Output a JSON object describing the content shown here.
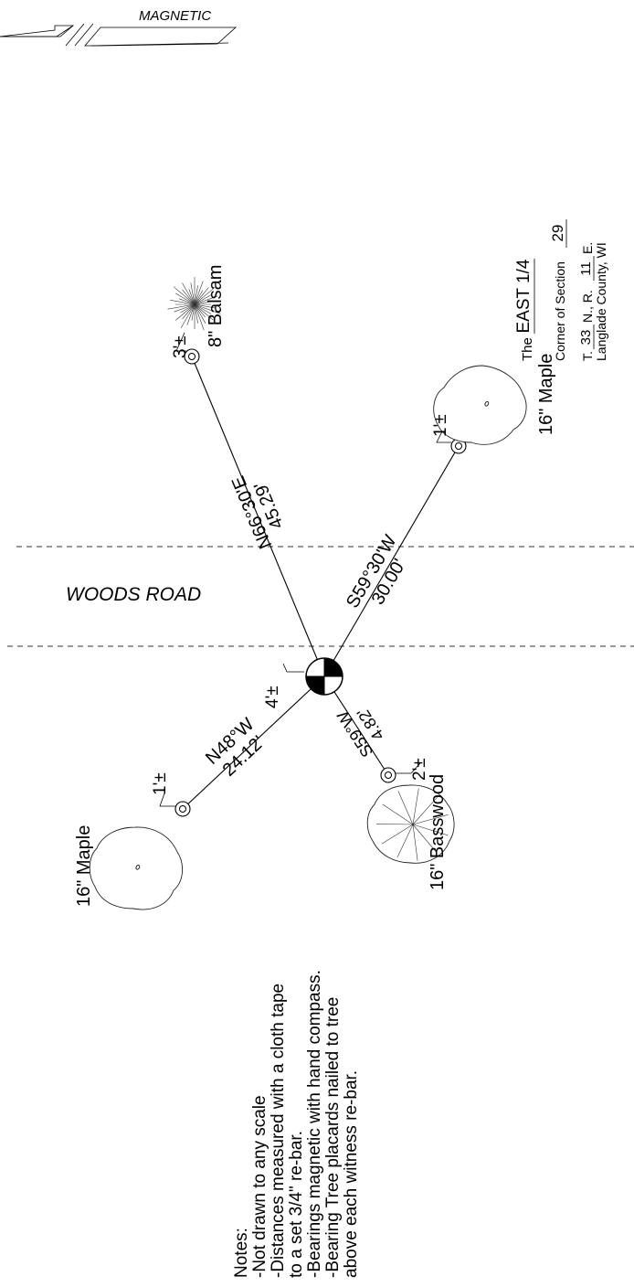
{
  "north_arrow": {
    "label": "MAGNETIC",
    "icon": "north-arrow-icon"
  },
  "title_block": {
    "the_label": "The",
    "corner_name": "EAST 1/4",
    "corner_of_section": "Corner of Section",
    "section_number": "29",
    "township_prefix": "T.",
    "township": "33",
    "township_suffix": "N., R.",
    "range": "11",
    "range_suffix": "E.",
    "county": "Langlade County, WI"
  },
  "road": {
    "name": "WOODS ROAD"
  },
  "corner": {
    "offset_label": "4'±",
    "icon": "section-corner-monument-icon"
  },
  "witness_trees": [
    {
      "id": "balsam",
      "label": "8\" Balsam",
      "bearing": "N66°30'E",
      "distance": "45.29'",
      "offset": "3'±",
      "icon": "balsam-tree-icon"
    },
    {
      "id": "maple-east",
      "label": "16\" Maple",
      "bearing": "S59°30'W",
      "distance": "30.00'",
      "offset": "1'±",
      "icon": "maple-tree-icon"
    },
    {
      "id": "maple-west",
      "label": "16\" Maple",
      "bearing": "N48°W",
      "distance": "24.12'",
      "offset": "1'±",
      "icon": "maple-tree-icon"
    },
    {
      "id": "basswood",
      "label": "16\" Basswood",
      "bearing": "S59°W",
      "distance": "4.82'",
      "offset": "2'±",
      "icon": "basswood-tree-icon"
    }
  ],
  "notes": [
    "Notes:",
    "-Not drawn to any scale",
    "-Distances measured with a cloth tape",
    "to a set 3/4\" re-bar.",
    "-Bearings magnetic with hand compass.",
    "-Bearing Tree placards nailed to tree",
    "above each witness re-bar."
  ]
}
